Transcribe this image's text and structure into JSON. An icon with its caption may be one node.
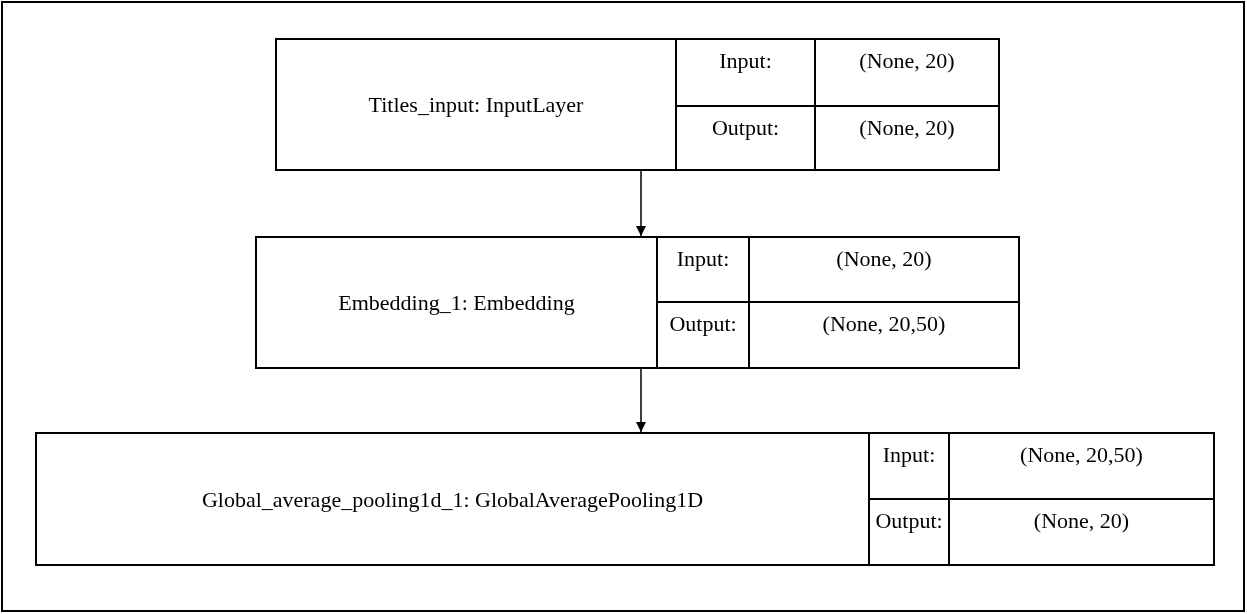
{
  "diagram": {
    "nodes": [
      {
        "text": [
          "Titles_input: InputLayer",
          "Input:",
          "(None, 20)",
          "Output:",
          "(None, 20)"
        ]
      },
      {
        "text": [
          "Embedding_1: Embedding",
          "Input:",
          "(None, 20)",
          "Output:",
          "(None, 20,50)"
        ]
      },
      {
        "text": [
          "Global_average_pooling1d_1: GlobalAveragePooling1D",
          "Input:",
          "(None, 20,50)",
          "Output:",
          "(None, 20)"
        ]
      }
    ],
    "edges": [
      {
        "from": 0,
        "to": 1,
        "arrow": "to"
      },
      {
        "from": 1,
        "to": 2,
        "arrow": "to"
      }
    ]
  }
}
